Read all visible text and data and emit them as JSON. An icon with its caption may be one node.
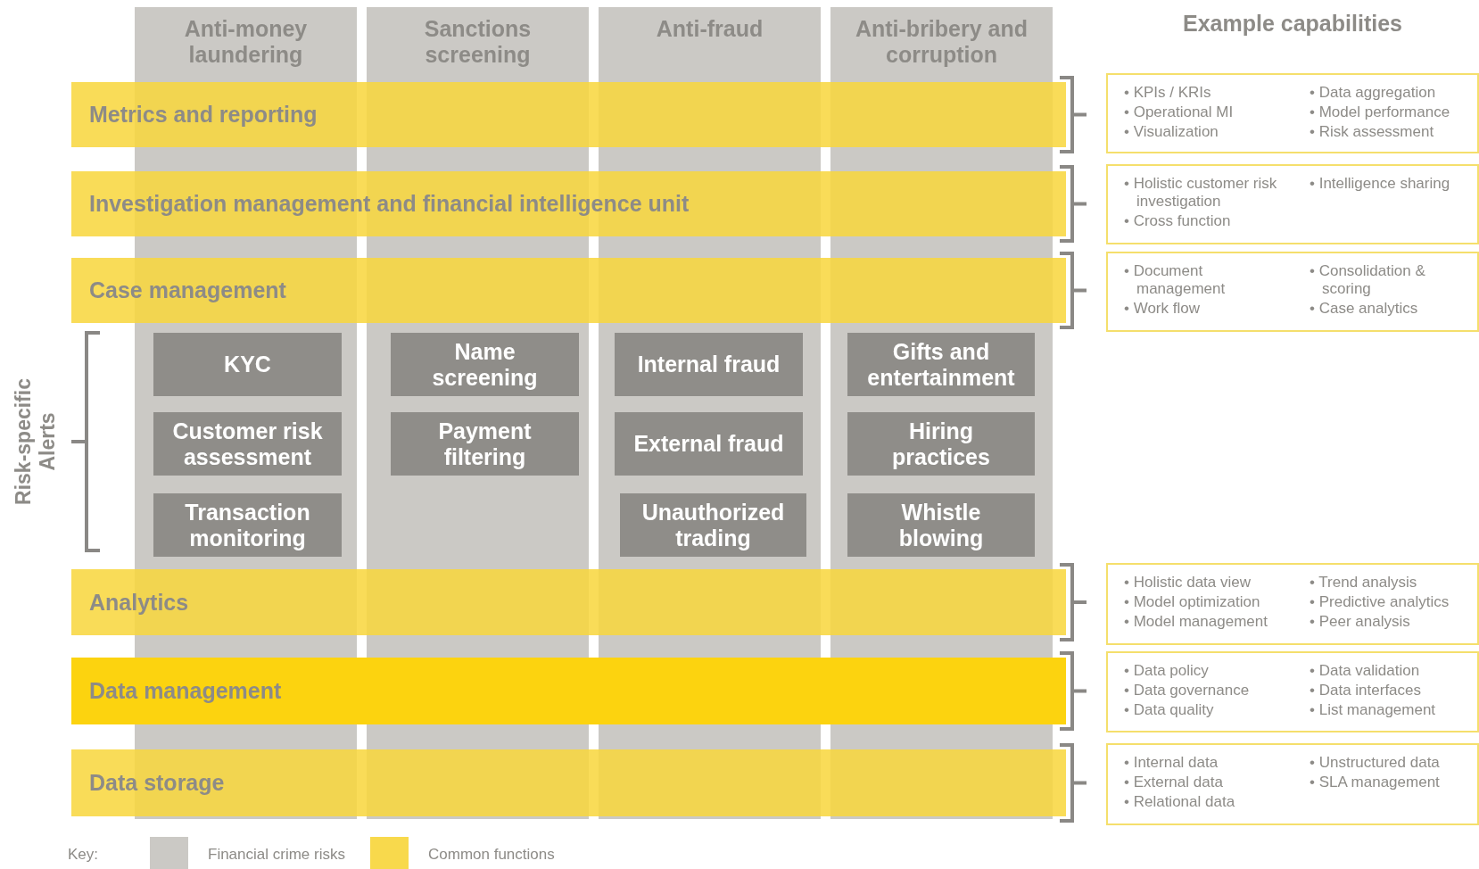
{
  "diagram": {
    "nodes": [
      {
        "text": [
          "Anti-money laundering"
        ]
      },
      {
        "text": [
          "Sanctions screening"
        ]
      },
      {
        "text": [
          "Anti-fraud"
        ]
      },
      {
        "text": [
          "Anti-bribery and corruption"
        ]
      },
      {
        "text": [
          "Metrics and reporting"
        ]
      },
      {
        "text": [
          "• KPIs / KRIs",
          "• Operational MI",
          "• Visualization",
          "• Data aggregation",
          "• Model performance",
          "• Risk assessment"
        ]
      },
      {
        "text": [
          "Investigation management and financial intelligence unit"
        ]
      },
      {
        "text": [
          "• Holistic customer risk investigation",
          "• Cross function",
          "• Intelligence sharing"
        ]
      },
      {
        "text": [
          "Case management"
        ]
      },
      {
        "text": [
          "• Document management",
          "• Work flow",
          "• Consolidation & scoring",
          "• Case analytics"
        ]
      },
      {
        "text": [
          "KYC"
        ],
        "in": 0
      },
      {
        "text": [
          "Name screening"
        ],
        "in": 1
      },
      {
        "text": [
          "Internal fraud"
        ],
        "in": 2
      },
      {
        "text": [
          "Gifts and entertainment"
        ],
        "in": 3
      },
      {
        "text": [
          "Customer risk assessment"
        ],
        "in": 0
      },
      {
        "text": [
          "Payment filtering"
        ],
        "in": 1
      },
      {
        "text": [
          "External fraud"
        ],
        "in": 2
      },
      {
        "text": [
          "Hiring practices"
        ],
        "in": 3
      },
      {
        "text": [
          "Transaction monitoring"
        ],
        "in": 0
      },
      {
        "text": [
          "Unauthorized trading"
        ],
        "in": 2
      },
      {
        "text": [
          "Whistle blowing"
        ],
        "in": 3
      },
      {
        "text": [
          "Analytics"
        ]
      },
      {
        "text": [
          "• Holistic data view",
          "• Model optimization",
          "• Model management",
          "• Trend analysis",
          "• Predictive analytics",
          "• Peer analysis"
        ]
      },
      {
        "text": [
          "Data management"
        ]
      },
      {
        "text": [
          "• Data policy",
          "• Data governance",
          "• Data quality",
          "• Data validation",
          "• Data interfaces",
          "• List management"
        ]
      },
      {
        "text": [
          "Data storage"
        ]
      },
      {
        "text": [
          "• Internal data",
          "• External data",
          "• Relational data",
          "• Unstructured data",
          "• SLA management"
        ]
      }
    ],
    "labels": [
      "Example capabilities",
      "Risk-specific Alerts",
      "Key:"
    ],
    "legend": [
      {
        "text": "Financial crime risks",
        "color": "#cbc9c5"
      },
      {
        "text": "Common functions",
        "color": "#f8d94c"
      }
    ]
  }
}
